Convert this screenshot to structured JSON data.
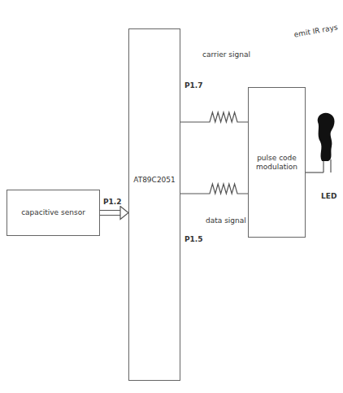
{
  "diagram": {
    "nodes": [
      {
        "text": [
          "capacitive sensor"
        ]
      },
      {
        "text": [
          "AT89C2051"
        ]
      },
      {
        "text": [
          "pulse code modulation"
        ]
      }
    ],
    "edges": [
      {
        "from": 0,
        "to": 1,
        "label": "P1.2",
        "arrow": "to"
      },
      {
        "from": 1,
        "to": 2,
        "label": "P1.7",
        "arrow": "none"
      },
      {
        "from": 1,
        "to": 2,
        "label": "P1.5",
        "arrow": "none"
      }
    ],
    "labels": [
      "carrier signal",
      "data signal",
      "emit IR rays",
      "LED"
    ]
  }
}
